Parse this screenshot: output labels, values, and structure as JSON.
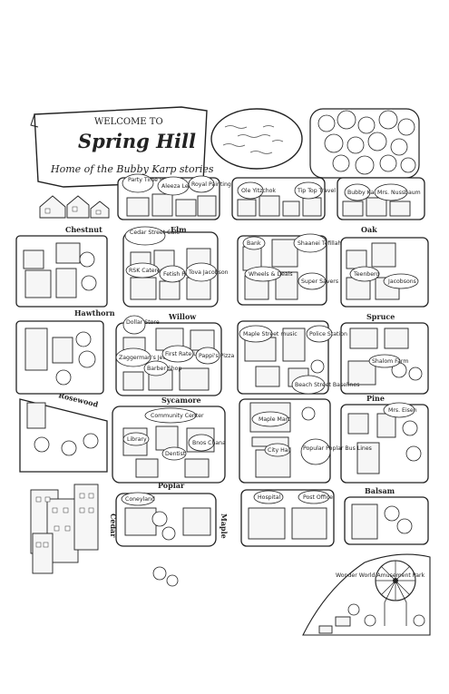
{
  "banner": {
    "welcome": "WELCOME TO",
    "town": "Spring Hill",
    "subtitle": "Home of the Bubby Karp stories"
  },
  "streets": {
    "chestnut": "Chestnut",
    "elm": "Elm",
    "oak": "Oak",
    "hawthorn": "Hawthorn",
    "willow": "Willow",
    "spruce": "Spruce",
    "rosewood": "Rosewood",
    "sycamore": "Sycamore",
    "pine": "Pine",
    "poplar": "Poplar",
    "balsam": "Balsam",
    "cedar": "Cedar",
    "maple": "Maple"
  },
  "places": {
    "party_time_bowling": "Party Time Bowling",
    "aleeza": "Aleeza Leah Walks",
    "royal_painting": "Royal Painting",
    "ole_yitzchok": "Ole Yitzchok",
    "tip_top_travel": "Tip Top Travel",
    "bubby_karp": "Bubby Karp",
    "mrs_nussbaum": "Mrs. Nussbaum",
    "cedar_street_cafe": "Cedar Street Cafe",
    "bank": "Bank",
    "shaanei_tefillah": "Shaanei Tefillah",
    "rsk_caterers": "RSK Caterers",
    "fetish_pets": "Fetish Pets",
    "tova_jacobson": "Tova Jacobson",
    "wheels_deals": "Wheels & Deals",
    "super_savers": "Super Savers",
    "teenberg": "Teenberg",
    "jacobsons": "Jacobsons",
    "dollar_store": "Dollar Store",
    "maple_street_music": "Maple Street music",
    "police_station": "Police Station",
    "zaggerman_jewelry": "Zaggerman's Jewelry",
    "first_rate_laundry": "First Rate Laundry",
    "pappis_pizza": "Pappi's Pizza",
    "barber_shop": "Barber Shop",
    "shalom_farm": "Shalom Farm",
    "beach_street_baseline": "Beach Street Baselines",
    "mrs_eisen": "Mrs. Eisen",
    "community_center": "Community Center",
    "maple_mart": "Maple Mart",
    "library": "Library",
    "bnos_chana": "Bnos Chana",
    "dentist": "Dentist",
    "city_hall": "City Hall",
    "popular_poplar_bus": "Popular Poplar Bus Lines",
    "coneyland": "Coneyland",
    "hospital": "Hospital",
    "post_office": "Post Office",
    "wonder_world": "Wonder World Amusement Park"
  }
}
